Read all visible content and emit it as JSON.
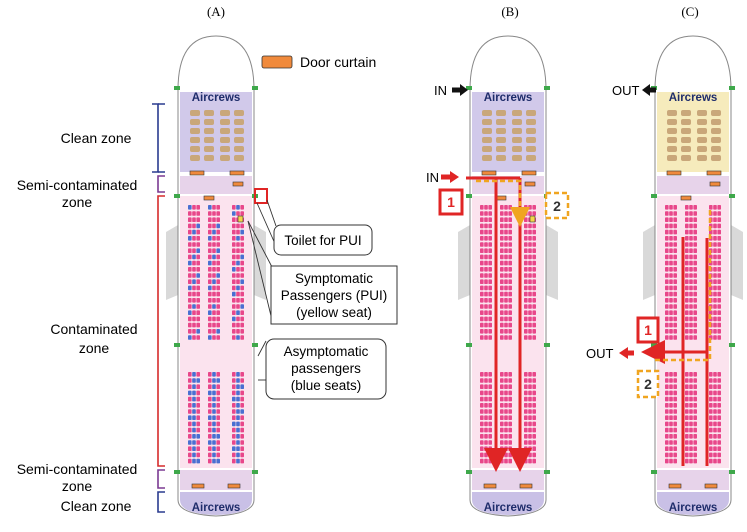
{
  "panels": [
    "(A)",
    "(B)",
    "(C)"
  ],
  "legend": {
    "door_curtain": "Door curtain",
    "door_curtain_color": "#f08a3c"
  },
  "aircrews_label": "Aircrews",
  "zones": {
    "clean_top": "Clean zone",
    "semi_top_1": "Semi-contaminated",
    "semi_top_2": "zone",
    "contaminated_1": "Contaminated",
    "contaminated_2": "zone",
    "semi_bottom_1": "Semi-contaminated",
    "semi_bottom_2": "zone",
    "clean_bottom": "Clean zone"
  },
  "callouts": {
    "toilet": "Toilet for PUI",
    "symptomatic": [
      "Symptomatic",
      "Passengers (PUI)",
      "(yellow seat)"
    ],
    "asymptomatic": [
      "Asymptomatic",
      "passengers",
      "(blue seats)"
    ]
  },
  "panel_b": {
    "in_top": "IN",
    "in_mid": "IN",
    "step1": "1",
    "step2": "2"
  },
  "panel_c": {
    "out_top": "OUT",
    "out_mid": "OUT",
    "step1": "1",
    "step2": "2"
  },
  "colors": {
    "clean": "#c9c0e6",
    "semi": "#e7d3ea",
    "contaminated": "#fbe3ee",
    "seat_pink": "#e8478a",
    "seat_blue": "#4a6fd1",
    "seat_yellow": "#f3d54a",
    "business_seat": "#c9a77a",
    "route_red": "#e02525",
    "route_orange": "#f0a520"
  }
}
